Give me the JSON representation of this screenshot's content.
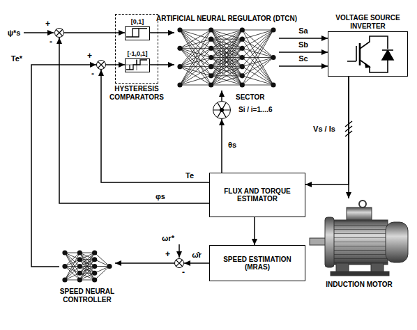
{
  "diagram": {
    "nodes": [
      {
        "text": [
          "+",
          "-"
        ]
      },
      {
        "text": [
          "+",
          "-"
        ]
      },
      {
        "text": [
          "HYSTERESIS COMPARATORS"
        ]
      },
      {
        "text": [
          "[0,1]"
        ],
        "in": 2
      },
      {
        "text": [
          "[-1,0,1]"
        ],
        "in": 2
      },
      {
        "text": [
          "ARTIFICIAL NEURAL REGULATOR (DTCN)"
        ]
      },
      {
        "text": [
          "VOLTAGE SOURCE INVERTER"
        ]
      },
      {
        "text": [
          "SECTOR",
          "Si / i=1....6"
        ]
      },
      {
        "text": [
          "FLUX AND TORQUE ESTIMATOR"
        ]
      },
      {
        "text": [
          "SPEED ESTIMATION (MRAS)"
        ]
      },
      {
        "text": [
          "+",
          "-"
        ]
      },
      {
        "text": [
          "SPEED NEURAL CONTROLLER"
        ]
      },
      {
        "text": [
          "INDUCTION MOTOR"
        ]
      }
    ],
    "edges": [
      {
        "from": 0,
        "to": 3,
        "arrow": "to"
      },
      {
        "from": 1,
        "to": 4,
        "arrow": "to"
      },
      {
        "from": 3,
        "to": 5,
        "arrow": "to"
      },
      {
        "from": 4,
        "to": 5,
        "arrow": "to"
      },
      {
        "from": 5,
        "to": 6,
        "label": "Sa",
        "arrow": "to"
      },
      {
        "from": 5,
        "to": 6,
        "label": "Sb",
        "arrow": "to"
      },
      {
        "from": 5,
        "to": 6,
        "label": "Sc",
        "arrow": "to"
      },
      {
        "from": 7,
        "to": 5,
        "arrow": "to"
      },
      {
        "from": 8,
        "to": 7,
        "label": "θs",
        "arrow": "to"
      },
      {
        "from": 8,
        "to": 1,
        "label": "Te",
        "arrow": "to"
      },
      {
        "from": 8,
        "to": 0,
        "label": "φs",
        "arrow": "to"
      },
      {
        "from": 6,
        "to": 12,
        "label": "Vs / Is",
        "arrow": "to"
      },
      {
        "from": 6,
        "to": 8,
        "arrow": "to"
      },
      {
        "from": 8,
        "to": 9,
        "arrow": "to"
      },
      {
        "from": 9,
        "to": 10,
        "label": "ω̂r",
        "arrow": "to"
      },
      {
        "from": 10,
        "to": 11,
        "arrow": "to"
      },
      {
        "from": 11,
        "to": 1,
        "label": "Te*",
        "arrow": "to"
      }
    ],
    "labels": [
      "ψ*s",
      "ωr*"
    ]
  }
}
